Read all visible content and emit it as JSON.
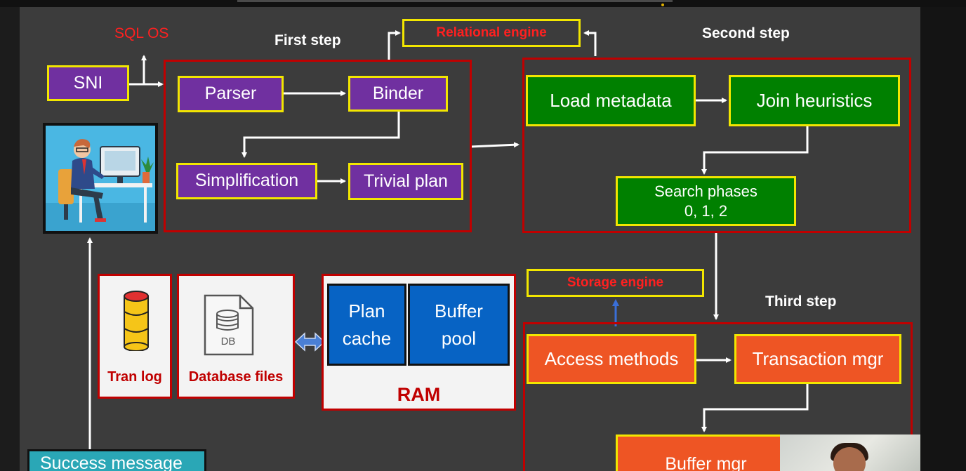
{
  "labels": {
    "sql_os": "SQL OS",
    "first_step": "First step",
    "second_step": "Second step",
    "third_step": "Third step",
    "relational_engine": "Relational engine",
    "storage_engine": "Storage engine"
  },
  "nodes": {
    "sni": "SNI",
    "parser": "Parser",
    "binder": "Binder",
    "simplification": "Simplification",
    "trivial_plan": "Trivial plan",
    "load_metadata": "Load metadata",
    "join_heuristics": "Join heuristics",
    "search_phases_line1": "Search phases",
    "search_phases_line2": "0, 1, 2",
    "access_methods": "Access methods",
    "transaction_mgr": "Transaction mgr",
    "buffer_mgr": "Buffer mgr",
    "success_message": "Success message"
  },
  "storage": {
    "tran_log": "Tran log",
    "database_files": "Database files",
    "db_icon_text": "DB",
    "ram": "RAM",
    "plan_cache_line1": "Plan",
    "plan_cache_line2": "cache",
    "buffer_pool_line1": "Buffer",
    "buffer_pool_line2": "pool"
  },
  "icons": {
    "user": "person-at-computer-icon",
    "tran_log": "database-cylinder-icon",
    "db_file": "db-file-icon",
    "double_arrow": "double-arrow-icon"
  },
  "colors": {
    "background": "#3c3c3c",
    "frame_red": "#c00000",
    "box_border_yellow": "#f2e600",
    "purple": "#7030a0",
    "green": "#008000",
    "orange": "#ee5524",
    "ram_blue": "#0763c4",
    "success_teal": "#2aa7b6"
  }
}
